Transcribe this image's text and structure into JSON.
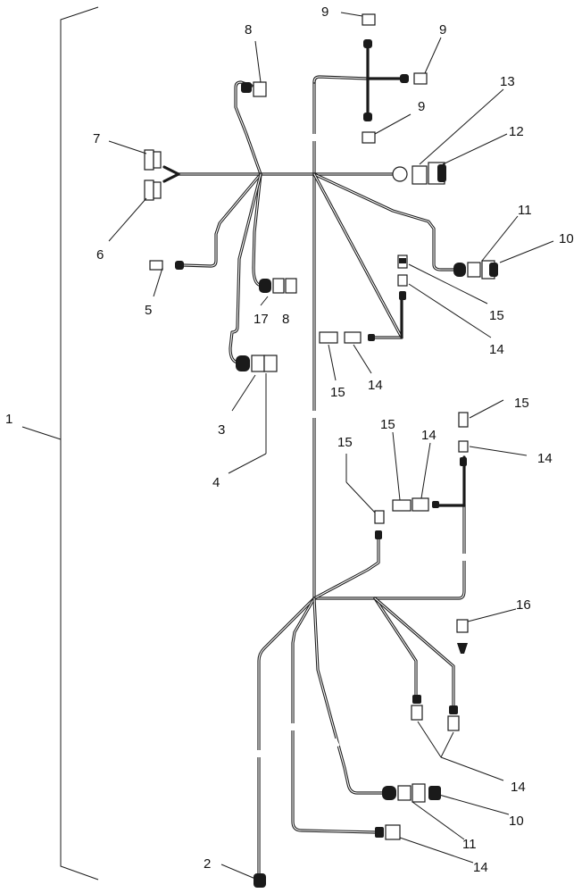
{
  "callouts": {
    "c1": "1",
    "c2": "2",
    "c3": "3",
    "c4": "4",
    "c5": "5",
    "c6": "6",
    "c7": "7",
    "c8a": "8",
    "c8b": "8",
    "c9a": "9",
    "c9b": "9",
    "c9c": "9",
    "c10a": "10",
    "c10b": "10",
    "c11a": "11",
    "c11b": "11",
    "c12": "12",
    "c13": "13",
    "c14a": "14",
    "c14b": "14",
    "c14c": "14",
    "c14d": "14",
    "c14e": "14",
    "c14f": "14",
    "c15a": "15",
    "c15b": "15",
    "c15c": "15",
    "c15d": "15",
    "c15e": "15",
    "c16": "16",
    "c17": "17"
  },
  "colors": {
    "line": "#1a1a1a",
    "background": "#ffffff"
  }
}
